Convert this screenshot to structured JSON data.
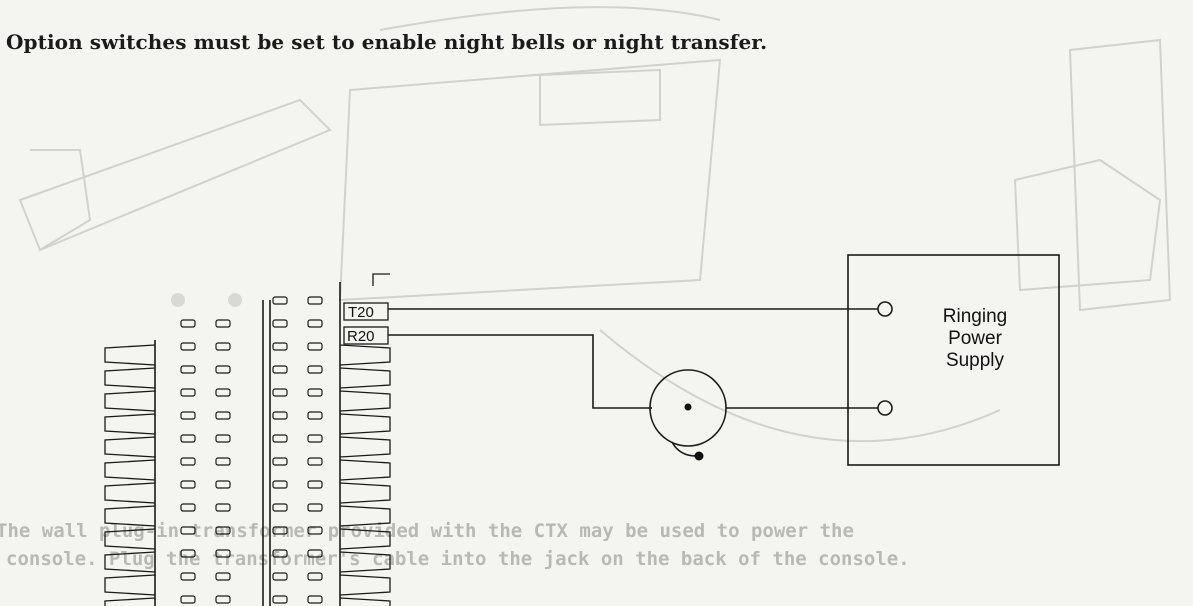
{
  "instruction": "Option switches must be set to enable night bells or night transfer.",
  "diagram": {
    "terminal_tip": "T20",
    "terminal_ring": "R20",
    "supply_label_lines": [
      "Ringing",
      "Power",
      "Supply"
    ]
  },
  "faded_text": {
    "line1": "The wall plug-in transformer provided with the CTX may be used to power the",
    "line2": "console. Plug the transformer's cable into the jack on the back of the console."
  }
}
